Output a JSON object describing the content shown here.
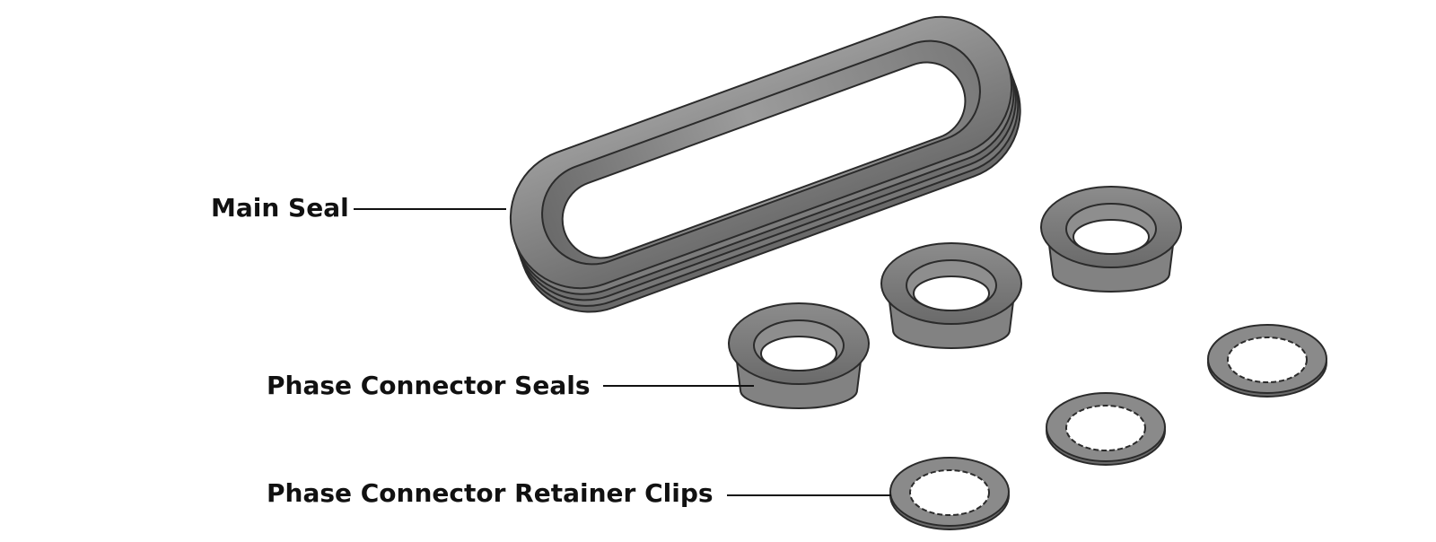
{
  "diagram": {
    "callouts": [
      {
        "id": "main-seal",
        "label": "Main Seal"
      },
      {
        "id": "phase-connector-seals",
        "label": "Phase Connector Seals"
      },
      {
        "id": "phase-connector-retainer-clips",
        "label": "Phase Connector Retainer Clips"
      }
    ]
  },
  "colors": {
    "part_gray": "#7d7d7d",
    "part_light": "#a6a6a6",
    "part_dark": "#4a4a4a",
    "outline": "#2b2b2b",
    "leader_line": "#111111",
    "label_text": "#111111",
    "background": "#ffffff"
  }
}
